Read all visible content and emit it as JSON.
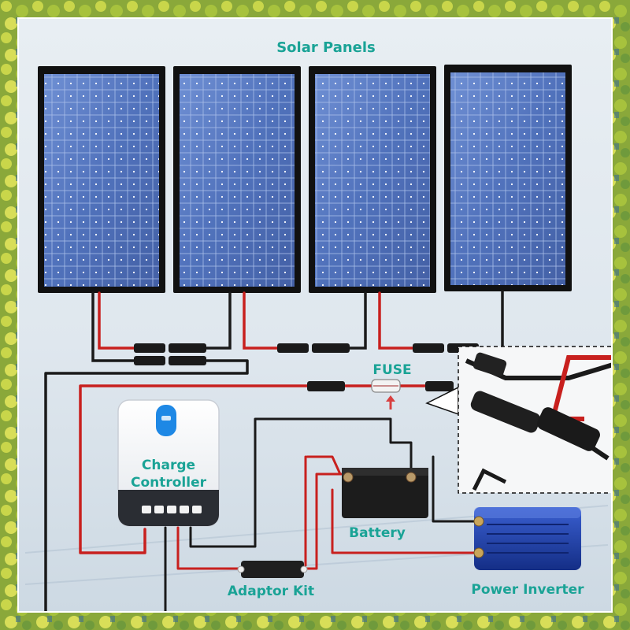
{
  "labels": {
    "solar_panels": "Solar Panels",
    "fuse": "FUSE",
    "charge_controller_line1": "Charge",
    "charge_controller_line2": "Controller",
    "battery": "Battery",
    "adaptor_kit": "Adaptor Kit",
    "power_inverter": "Power Inverter"
  },
  "colors": {
    "label_teal": "#1aa396",
    "wire_red": "#c8201e",
    "wire_black": "#1a1a1a",
    "panel_blue": "#3d62b4",
    "inverter_blue": "#1f3fa6",
    "controller_accent": "#1e88e5"
  },
  "icons": [
    "solar-panel-icon",
    "mc4-connector-icon",
    "fuse-icon",
    "charge-controller-icon",
    "battery-icon",
    "adaptor-kit-icon",
    "power-inverter-icon",
    "up-arrow-icon"
  ]
}
